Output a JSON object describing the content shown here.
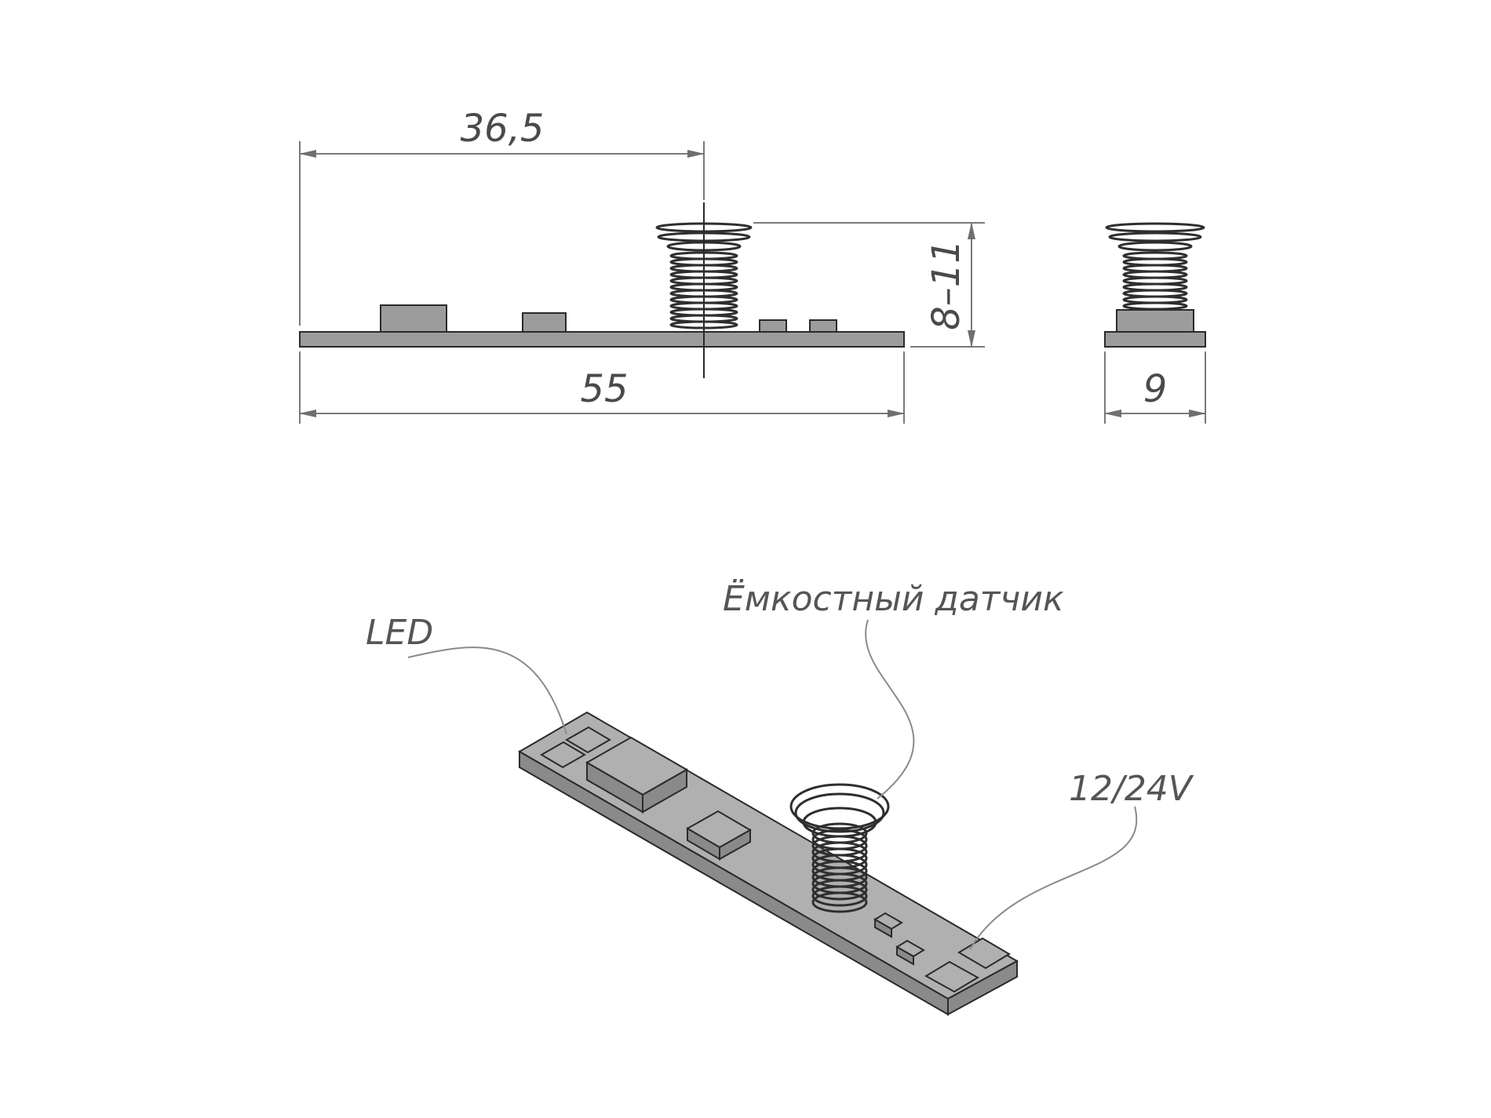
{
  "dimensions": {
    "sensor_offset": "36,5",
    "length": "55",
    "spring_height": "8–11",
    "width": "9"
  },
  "callouts": {
    "led": "LED",
    "sensor": "Ёмкостный датчик",
    "power": "12/24V"
  },
  "colors": {
    "board": "#9c9c9c",
    "outline": "#2a2a2a",
    "dimension": "#7a7a7a"
  }
}
